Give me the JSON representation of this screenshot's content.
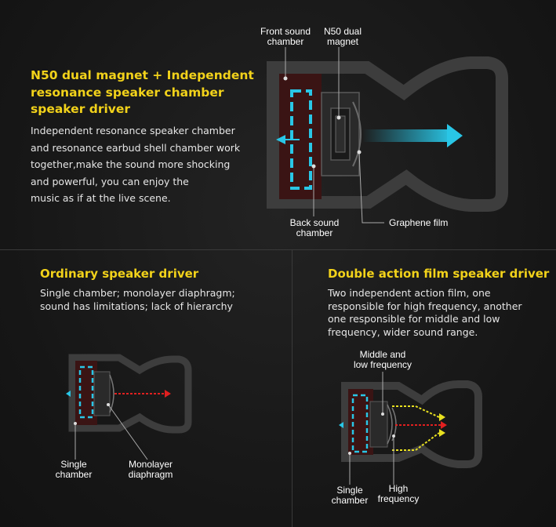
{
  "top": {
    "title_lines": [
      "N50 dual magnet + Independent",
      "resonance speaker chamber",
      "speaker driver"
    ],
    "body_lines": [
      "Independent resonance speaker chamber",
      "and resonance earbud shell chamber work",
      "together,make the sound more shocking",
      "and powerful, you can enjoy the",
      "music as if  at the live scene."
    ],
    "labels": {
      "front_sound": [
        "Front sound",
        "chamber"
      ],
      "n50_magnet": [
        "N50 dual",
        "magnet"
      ],
      "back_sound": [
        "Back sound",
        "chamber"
      ],
      "graphene": "Graphene film"
    }
  },
  "left": {
    "title": "Ordinary speaker driver",
    "body_lines": [
      "Single chamber; monolayer diaphragm;",
      "sound has limitations; lack of hierarchy"
    ],
    "labels": {
      "single": [
        "Single",
        "chamber"
      ],
      "monolayer": [
        "Monolayer",
        "diaphragm"
      ]
    }
  },
  "right": {
    "title": "Double action film speaker driver",
    "body_lines": [
      "Two independent action film, one",
      "responsible for high frequency, another",
      "one responsible for middle and low",
      "frequency, wider sound range."
    ],
    "labels": {
      "middle_low": [
        "Middle and",
        "low frequency"
      ],
      "single": [
        "Single",
        "chamber"
      ],
      "high": [
        "High",
        "frequency"
      ]
    }
  },
  "colors": {
    "title": "#f2d21a",
    "text": "#e6e6e6",
    "cyan": "#29c6e6",
    "shell": "#3b3b3b",
    "chamber": "#3a1414",
    "red_arrow": "#e02020",
    "yellow_arrow": "#e8e020"
  }
}
